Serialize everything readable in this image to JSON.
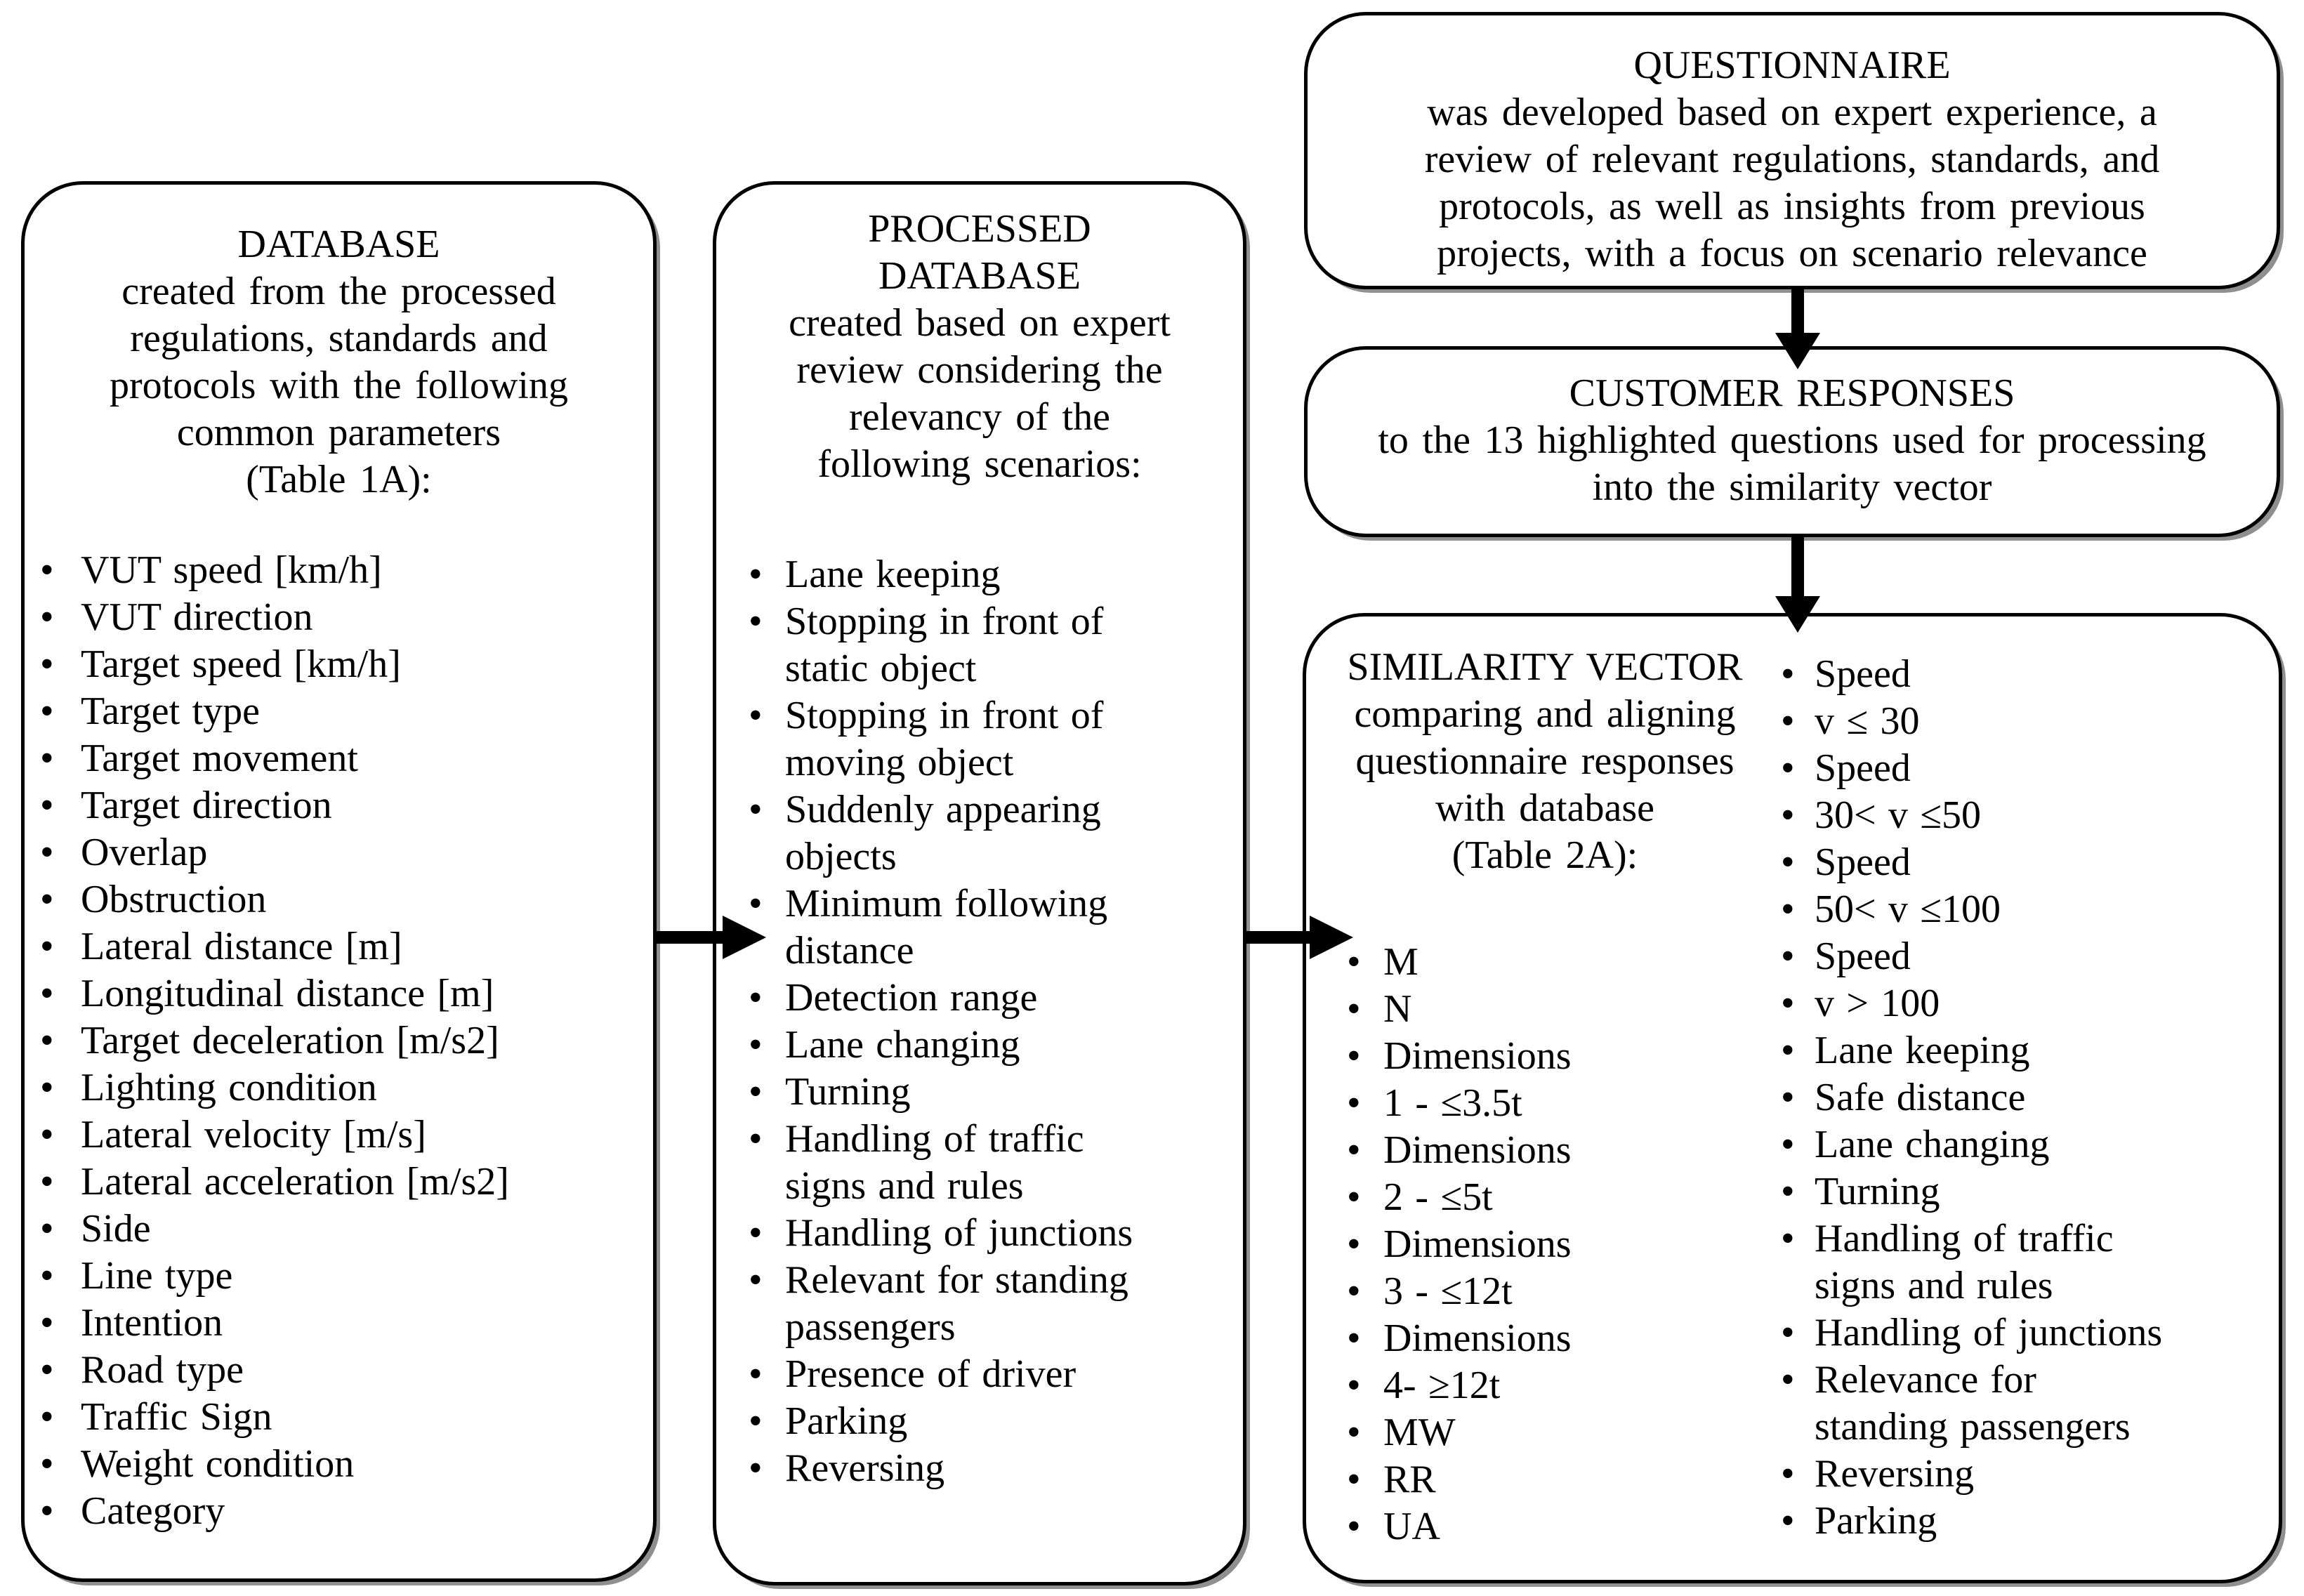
{
  "colors": {
    "background": "#ffffff",
    "box_fill": "#ffffff",
    "box_border": "#000000",
    "text": "#000000",
    "shadow": "#8f8f8f",
    "arrow": "#000000"
  },
  "boxes": {
    "database": {
      "header_lines": [
        "DATABASE",
        "created from the processed",
        "regulations, standards and",
        "protocols with the following",
        "common parameters",
        "(Table 1A):"
      ],
      "items": [
        "VUT speed [km/h]",
        "VUT direction",
        "Target speed [km/h]",
        "Target type",
        "Target movement",
        "Target direction",
        "Overlap",
        "Obstruction",
        "Lateral distance [m]",
        "Longitudinal distance [m]",
        "Target deceleration [m/s2]",
        "Lighting condition",
        "Lateral velocity [m/s]",
        "Lateral acceleration [m/s2]",
        "Side",
        "Line type",
        "Intention",
        "Road type",
        "Traffic Sign",
        "Weight condition",
        "Category"
      ]
    },
    "processed_database": {
      "header_lines": [
        "PROCESSED",
        "DATABASE",
        "created based on expert",
        "review considering the",
        "relevancy of the",
        "following scenarios:"
      ],
      "items": [
        "Lane keeping",
        "Stopping in front of static object",
        "Stopping in front of moving object",
        "Suddenly appearing objects",
        "Minimum following distance",
        "Detection range",
        "Lane changing",
        "Turning",
        "Handling of traffic signs and rules",
        "Handling of junctions",
        "Relevant for standing passengers",
        "Presence of driver",
        "Parking",
        "Reversing"
      ]
    },
    "questionnaire": {
      "lines": [
        "QUESTIONNAIRE",
        "was developed based on expert experience, a",
        "review of relevant regulations, standards, and",
        "protocols, as well as insights from previous",
        "projects, with a focus on scenario relevance"
      ]
    },
    "customer_responses": {
      "lines": [
        "CUSTOMER RESPONSES",
        "to the 13 highlighted questions used for processing",
        "into the similarity vector"
      ]
    },
    "similarity_vector": {
      "header_lines": [
        "SIMILARITY VECTOR",
        "comparing and aligning",
        "questionnaire responses",
        "with database",
        "(Table 2A):"
      ],
      "left_items": [
        "M",
        "N",
        "Dimensions",
        "1 - ≤3.5t",
        "Dimensions",
        "2 - ≤5t",
        "Dimensions",
        "3 - ≤12t",
        "Dimensions",
        "4- ≥12t",
        "MW",
        "RR",
        "UA"
      ],
      "right_items": [
        "Speed",
        "v ≤ 30",
        "Speed",
        "30< v ≤50",
        "Speed",
        "50< v ≤100",
        "Speed",
        "v > 100",
        "Lane keeping",
        "Safe distance",
        "Lane changing",
        "Turning",
        "Handling of traffic signs and rules",
        "Handling of junctions",
        "Relevance for standing passengers",
        "Reversing",
        "Parking"
      ]
    }
  }
}
